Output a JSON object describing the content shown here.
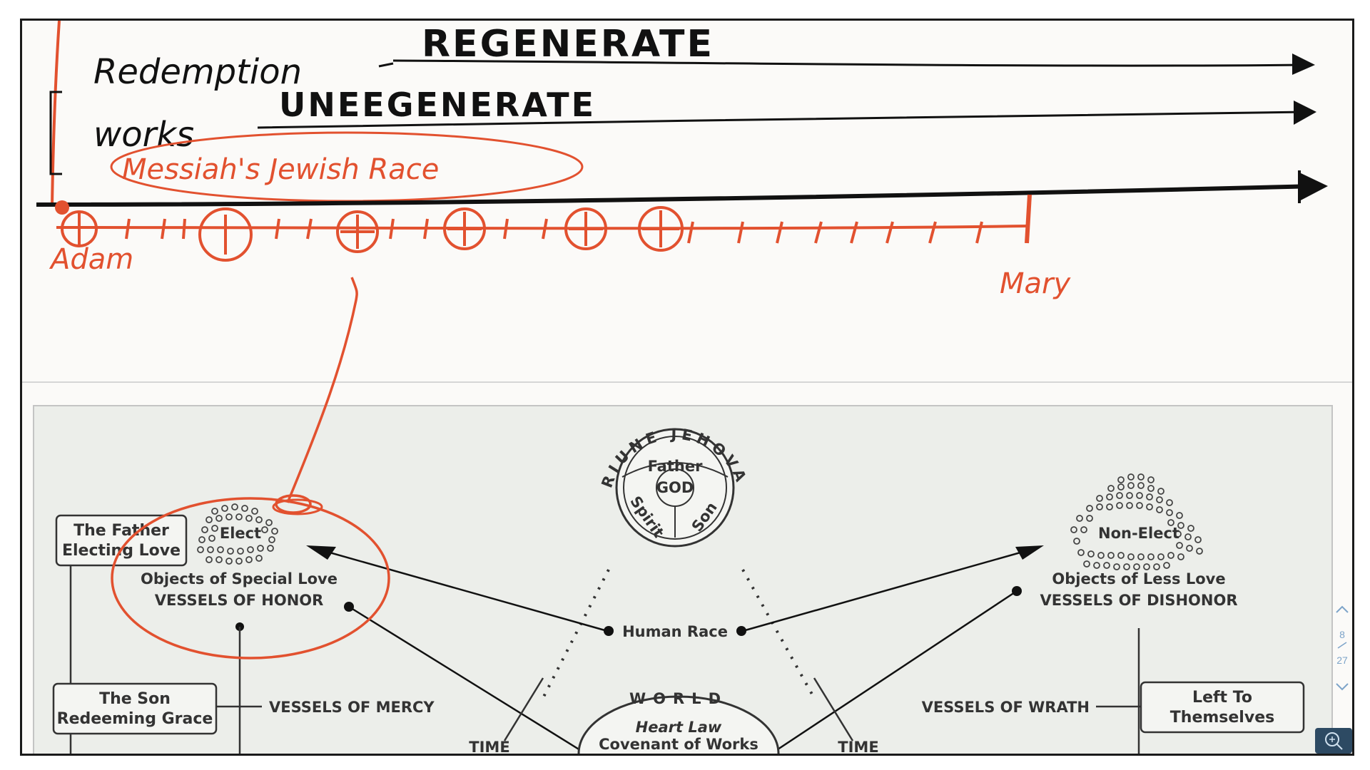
{
  "handwriting": {
    "regenerate": "REGENERATE",
    "redemption": "Redemption",
    "unregenerate": "UNEEGENERATE",
    "works": "works",
    "messiahs_race": "Messiah's Jewish Race",
    "adam": "Adam",
    "mary": "Mary"
  },
  "diagram": {
    "triune_top": "TRIUNE JEHOVAH",
    "father": "Father",
    "god": "GOD",
    "spirit": "Spirit",
    "son": "Son",
    "box_father_line1": "The Father",
    "box_father_line2": "Electing Love",
    "elect": "Elect",
    "special_love": "Objects of Special Love",
    "vessels_honor": "VESSELS OF HONOR",
    "non_elect": "Non-Elect",
    "less_love": "Objects of Less Love",
    "vessels_dishonor": "VESSELS OF DISHONOR",
    "human_race": "Human Race",
    "box_son_line1": "The Son",
    "box_son_line2": "Redeeming Grace",
    "vessels_mercy": "VESSELS OF MERCY",
    "world": "WORLD",
    "heart_law": "Heart Law",
    "covenant": "Covenant of Works",
    "time_left": "TIME",
    "time_right": "TIME",
    "vessels_wrath": "VESSELS OF WRATH",
    "box_left_line1": "Left To",
    "box_left_line2": "Themselves"
  },
  "pager": {
    "current": "8",
    "total": "27"
  },
  "icons": {
    "zoom": "zoom-in-icon"
  },
  "colors": {
    "ink": "#111111",
    "red": "#e2512f",
    "diagram_bg": "#eceeea"
  }
}
